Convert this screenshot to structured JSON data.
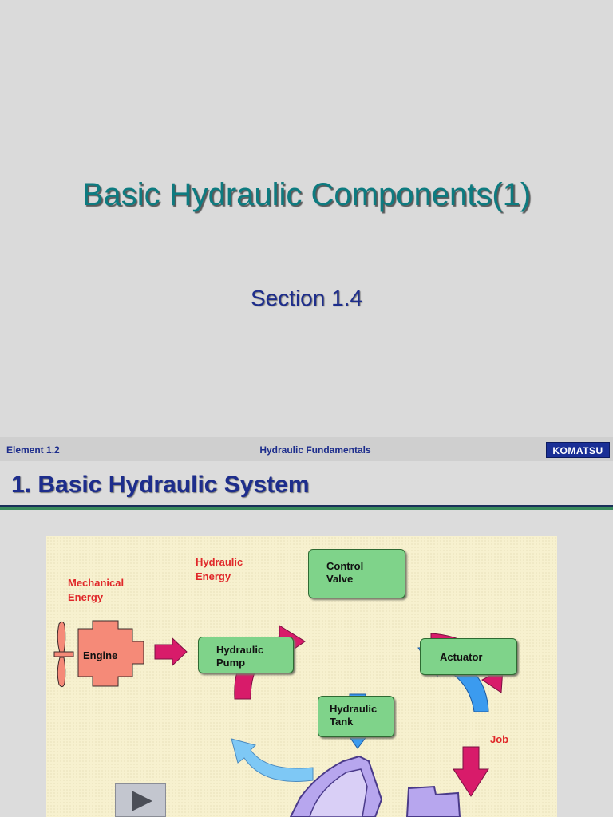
{
  "title_slide": {
    "title": "Basic Hydraulic Components(1)",
    "subtitle": "Section 1.4"
  },
  "header": {
    "left": "Element 1.2",
    "center": "Hydraulic Fundamentals",
    "logo": "KOMATSU"
  },
  "slide": {
    "heading": "1. Basic Hydraulic System",
    "diagram": {
      "labels": {
        "mechanical_energy_1": "Mechanical",
        "mechanical_energy_2": "Energy",
        "hydraulic_energy_1": "Hydraulic",
        "hydraulic_energy_2": "Energy",
        "job": "Job"
      },
      "nodes": {
        "engine": "Engine",
        "pump_1": "Hydraulic",
        "pump_2": "Pump",
        "valve_1": "Control",
        "valve_2": "Valve",
        "actuator": "Actuator",
        "tank_1": "Hydraulic",
        "tank_2": "Tank"
      },
      "colors": {
        "node_fill": "#7fd38a",
        "energy_arrow": "#d81b6a",
        "return_arrow": "#7ec8f5",
        "flow_arrow": "#3b9bef",
        "engine_fill": "#f58a78",
        "machine_fill": "#b7a6ee",
        "label_red": "#e0282a"
      },
      "icons": [
        "propeller-icon",
        "play-icon"
      ]
    }
  }
}
